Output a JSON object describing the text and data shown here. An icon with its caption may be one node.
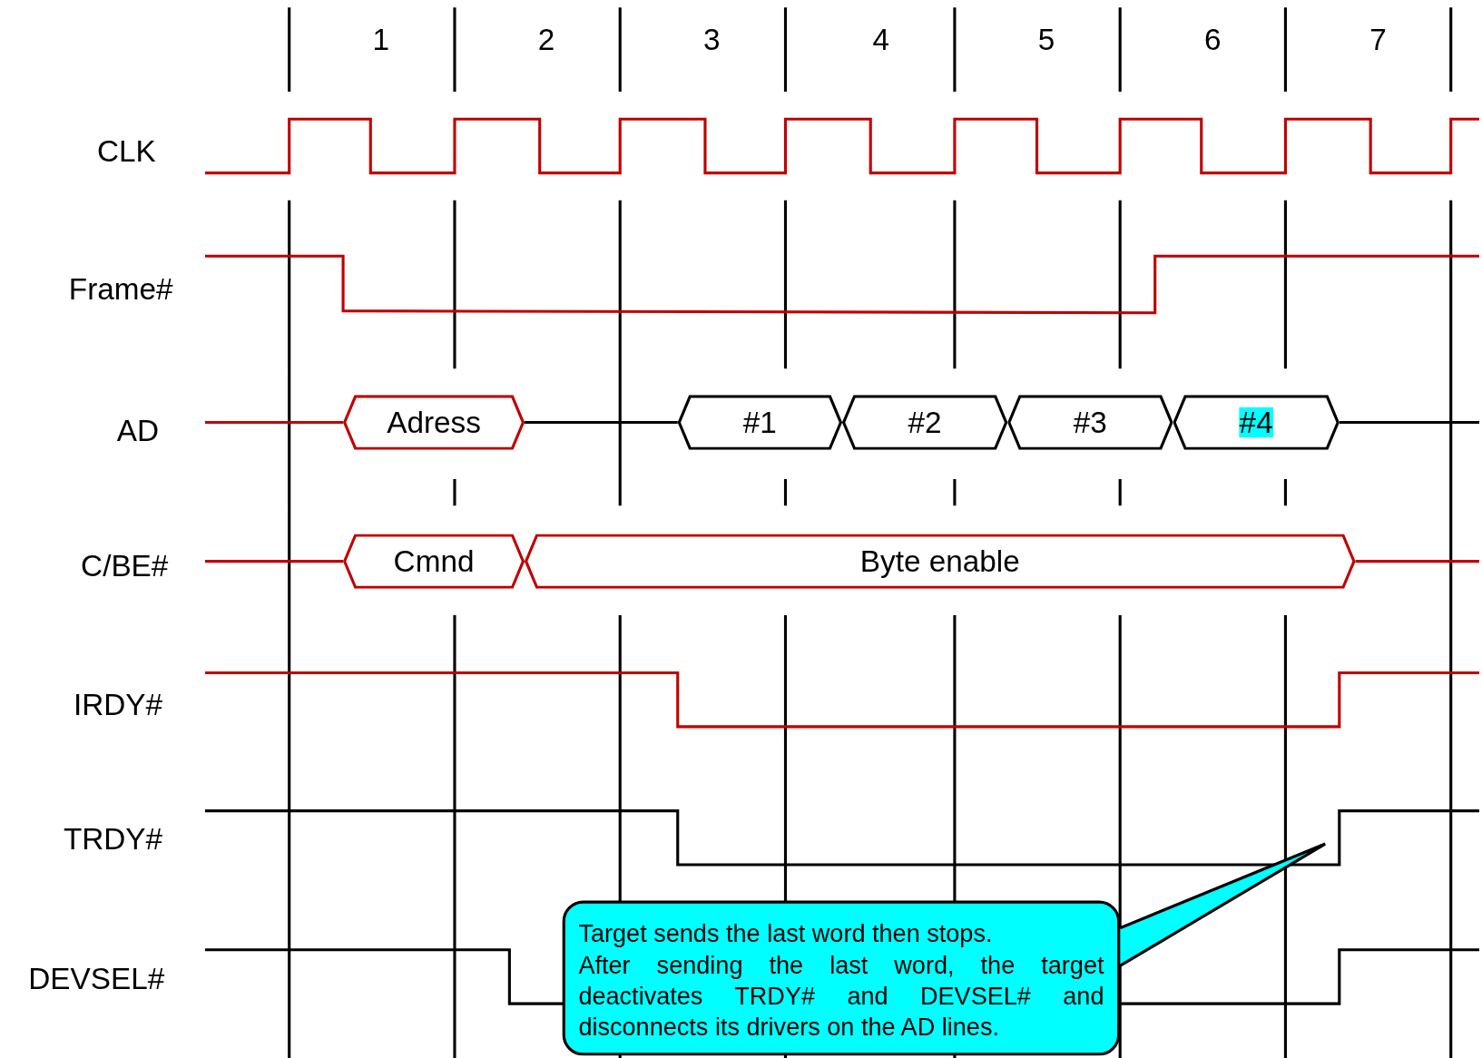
{
  "diagram": {
    "nodes": [
      {
        "text": [
          "Adress"
        ]
      },
      {
        "text": [
          "#1"
        ]
      },
      {
        "text": [
          "#2"
        ]
      },
      {
        "text": [
          "#3"
        ]
      },
      {
        "text": [
          "#4"
        ]
      },
      {
        "text": [
          "Cmnd"
        ]
      },
      {
        "text": [
          "Byte enable"
        ]
      },
      {
        "text": [
          "Target sends the last word then stops.",
          "After sending the last word, the target deactivates TRDY# and DEVSEL# and disconnects its drivers on the AD lines."
        ]
      }
    ],
    "edges": [
      {
        "from": 7,
        "to": null,
        "arrow": "none"
      },
      {
        "from": 0,
        "to": 1,
        "arrow": "none"
      }
    ],
    "labels": [
      "1",
      "2",
      "3",
      "4",
      "5",
      "6",
      "7",
      "CLK",
      "Frame#",
      "AD",
      "C/BE#",
      "IRDY#",
      "TRDY#",
      "DEVSEL#"
    ]
  }
}
